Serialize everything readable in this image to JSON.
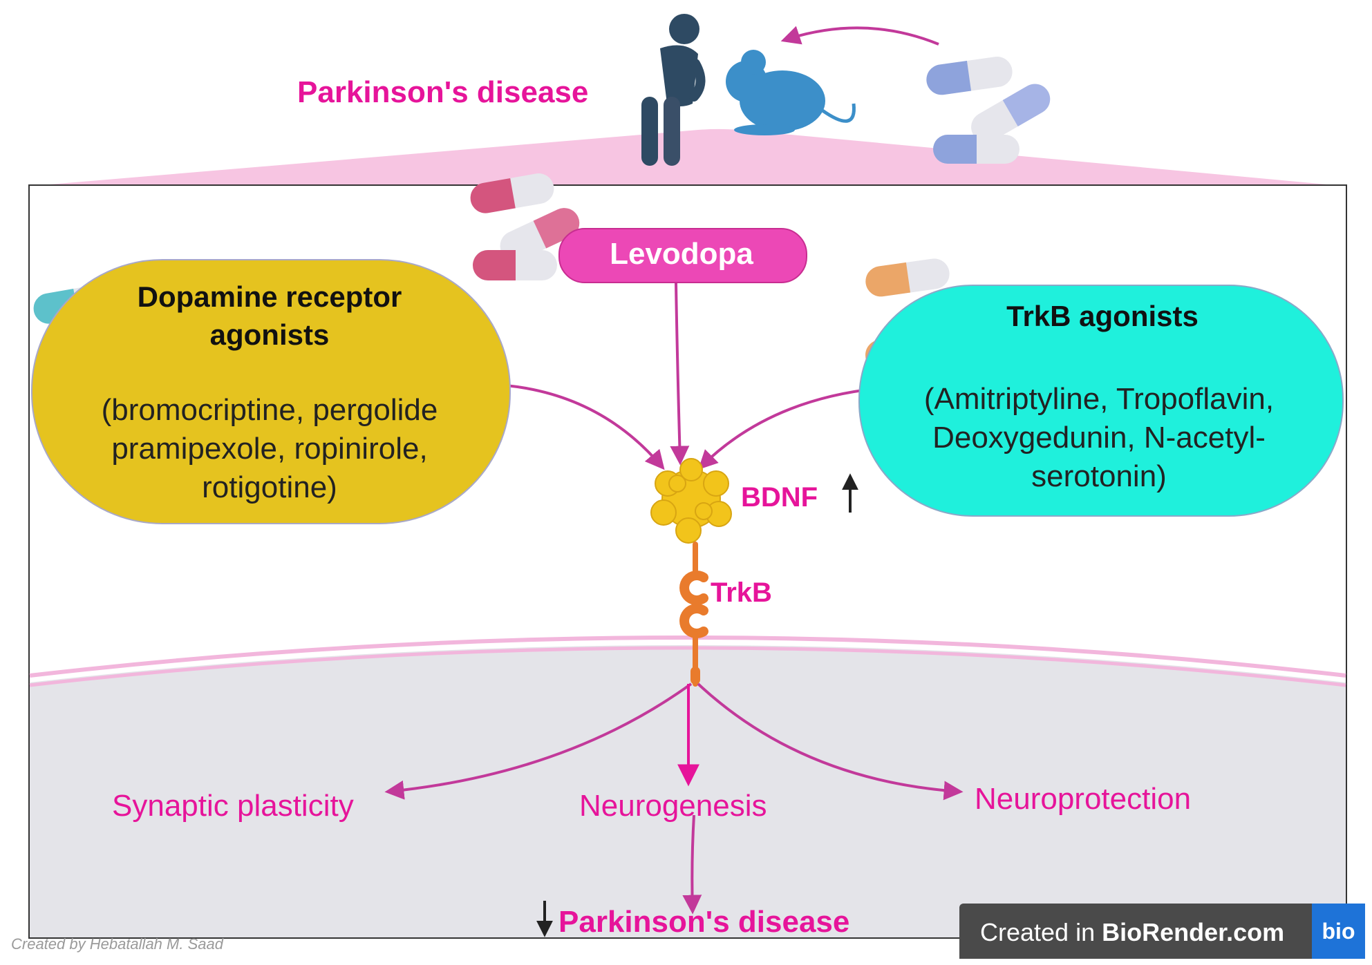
{
  "header": {
    "title": "Parkinson's disease"
  },
  "drugs": {
    "levodopa": "Levodopa",
    "dopamine_agonists": {
      "title_line1": "Dopamine receptor",
      "title_line2": "agonists",
      "line1": "(bromocriptine, pergolide",
      "line2": "pramipexole, ropinirole,",
      "line3": "rotigotine)"
    },
    "trkb_agonists": {
      "title": "TrkB agonists",
      "line1": "(Amitriptyline, Tropoflavin,",
      "line2": "Deoxygedunin, N-acetyl-",
      "line3": "serotonin)"
    }
  },
  "receptor": {
    "bdnf": "BDNF",
    "trkb": "TrkB"
  },
  "outcomes": {
    "synaptic": "Synaptic plasticity",
    "neurogenesis": "Neurogenesis",
    "neuroprotection": "Neuroprotection",
    "parkinsons": "Parkinson's disease"
  },
  "footer": {
    "credit": "Created by Hebatallah M. Saad",
    "created_in": "Created in ",
    "biorender": "BioRender.com",
    "badge": "bio"
  },
  "colors": {
    "magenta": "#e6149a",
    "levodopa": "#ec48b6",
    "dopamine_box": "#e5c31f",
    "trkb_box": "#1ff0dc",
    "cell": "#e4e4e9",
    "bdnf": "#f2c41b",
    "trkb_receptor": "#e97b2c"
  }
}
